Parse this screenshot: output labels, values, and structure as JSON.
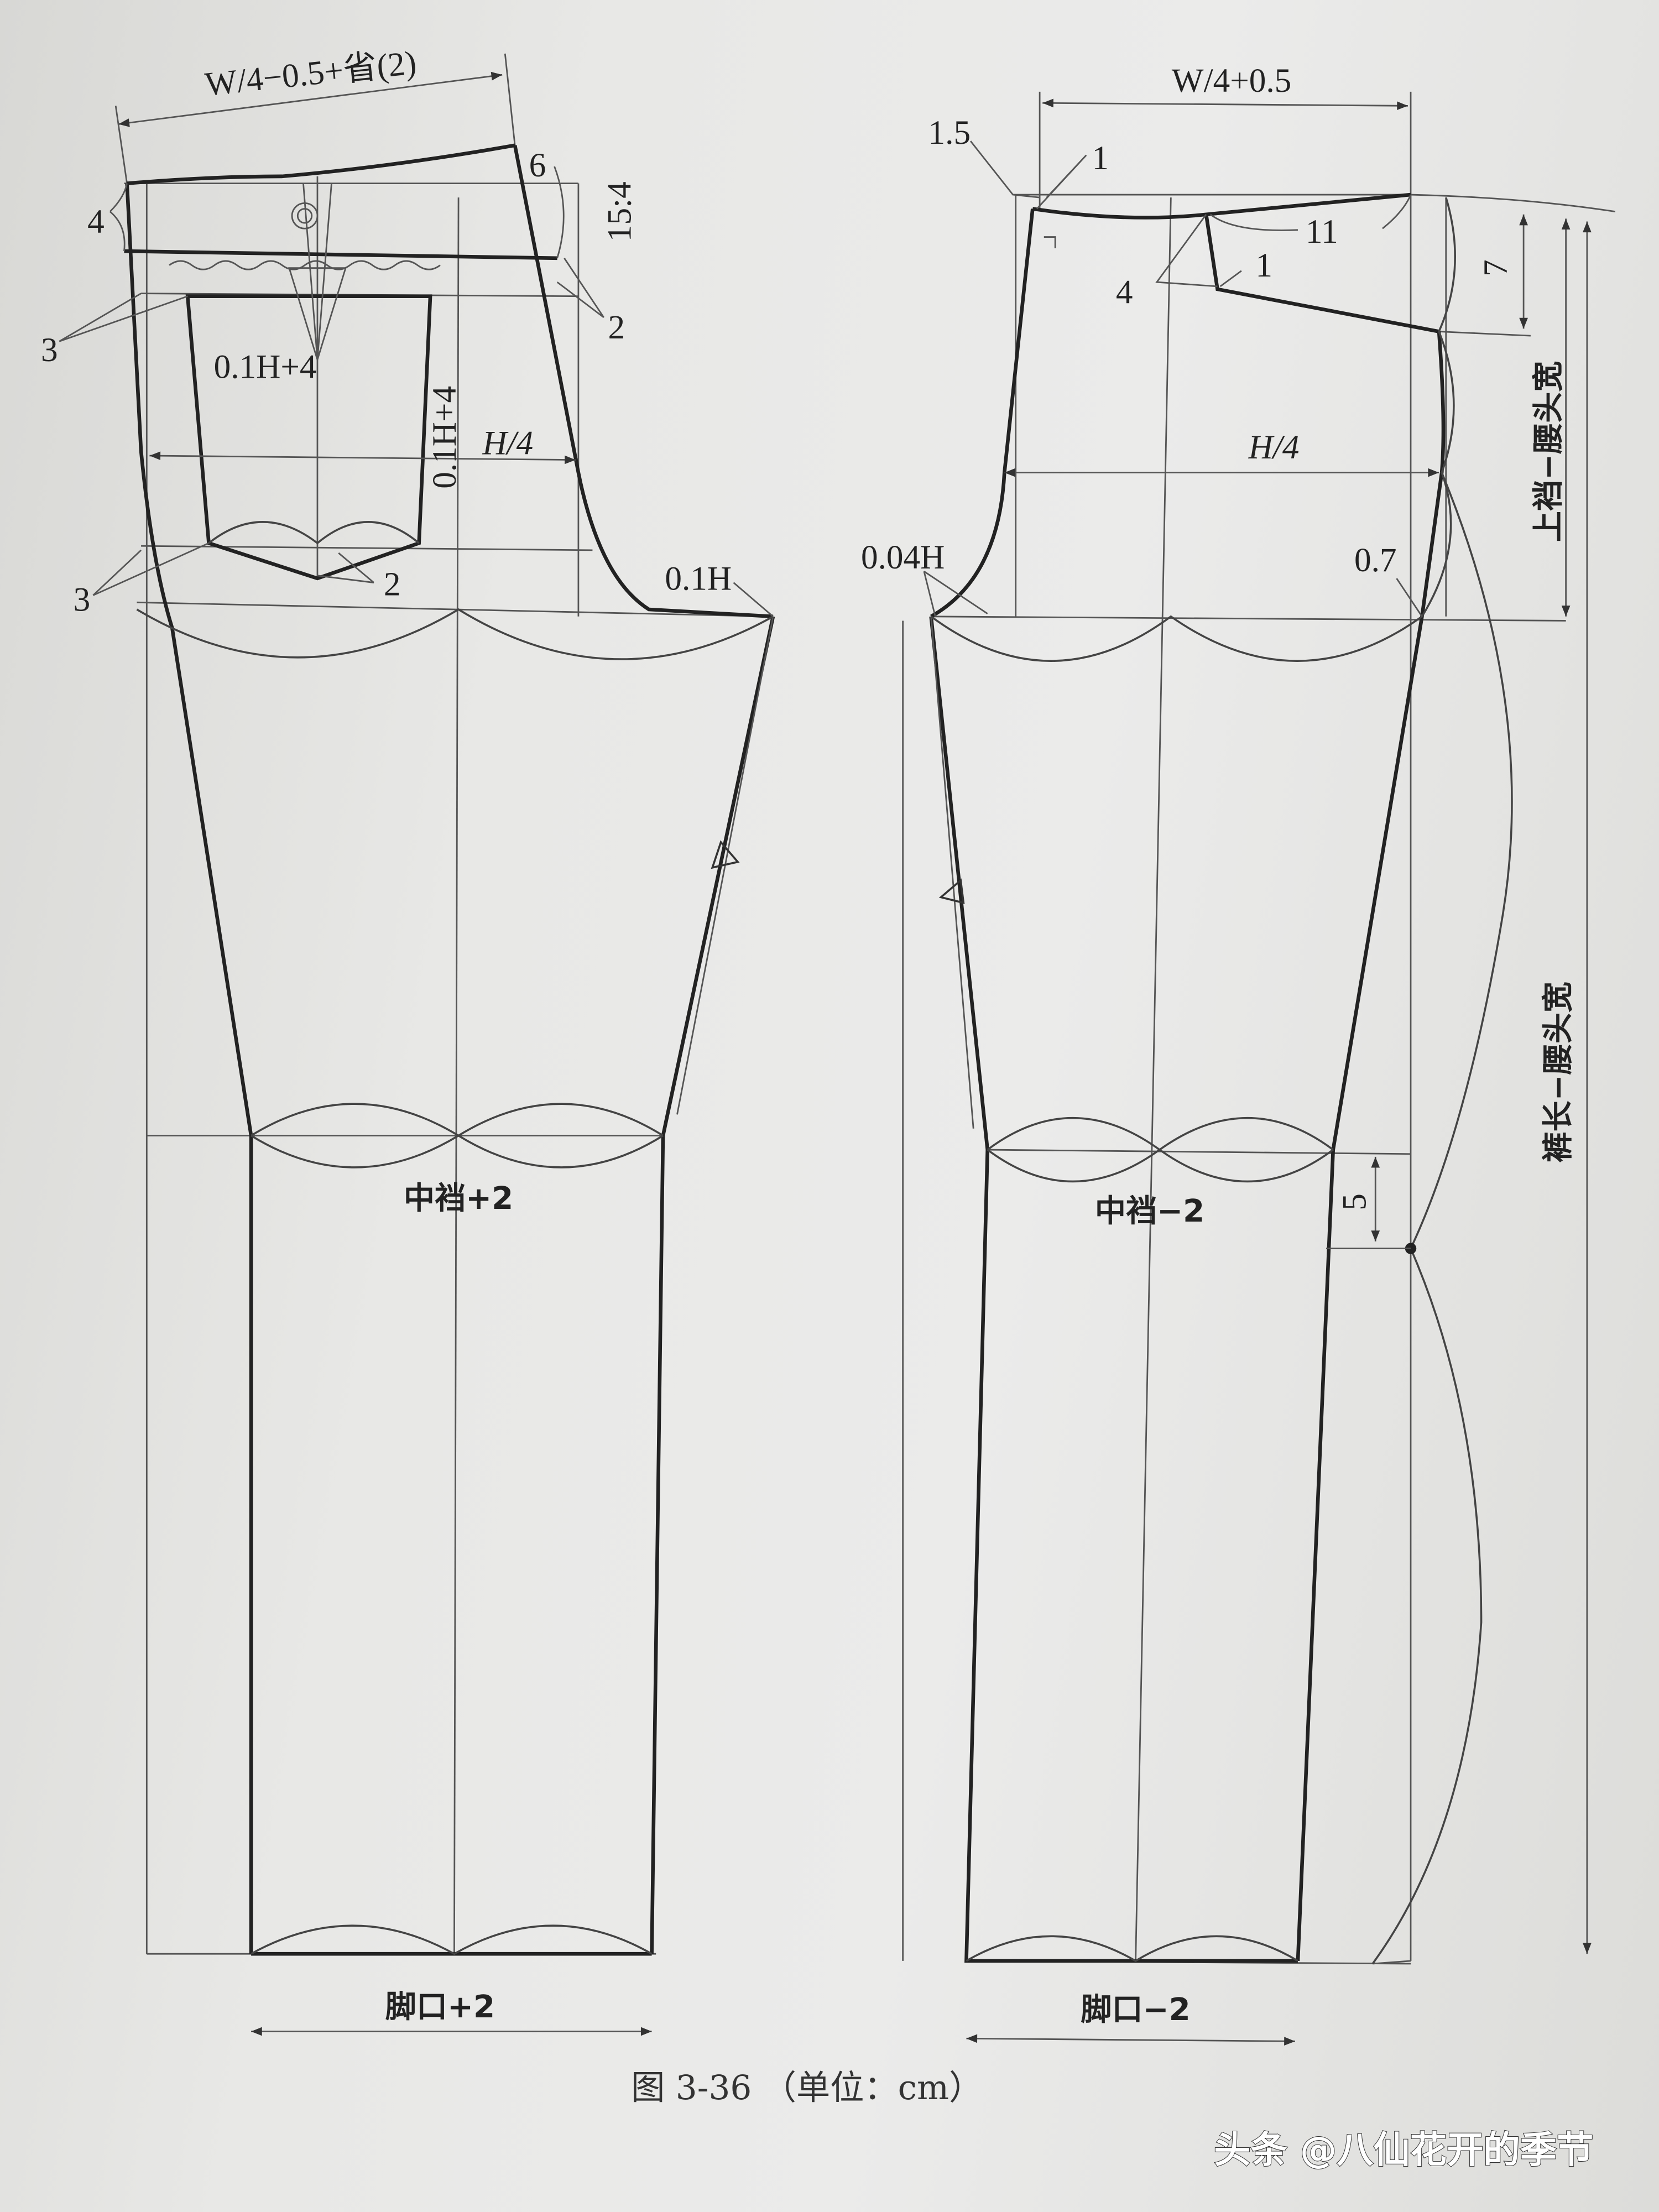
{
  "figure": {
    "caption": "图 3-36 （单位：cm）",
    "watermark": "头条 @八仙花开的季节"
  },
  "back_piece": {
    "waist_width": "W/4−0.5+省(2)",
    "label_4": "4",
    "label_6": "6",
    "ratio": "15:4",
    "label_3_upper": "3",
    "label_2_upper": "2",
    "pocket_width": "0.1H+4",
    "pocket_depth": "0.1H+4",
    "hip": "H/4",
    "label_3_lower": "3",
    "label_2_lower": "2",
    "crotch_ext": "0.1H",
    "knee": "中裆+2",
    "hem": "脚口+2"
  },
  "front_piece": {
    "waist_width": "W/4+0.5",
    "label_1_5": "1.5",
    "label_1_top": "1",
    "label_11": "11",
    "label_4": "4",
    "label_1_dart": "1",
    "label_7": "7",
    "rise": "上裆−腰头宽",
    "hip": "H/4",
    "crotch_ext": "0.04H",
    "label_0_7": "0.7",
    "knee": "中裆−2",
    "label_5": "5",
    "length": "裤长−腰头宽",
    "hem": "脚口−2"
  }
}
